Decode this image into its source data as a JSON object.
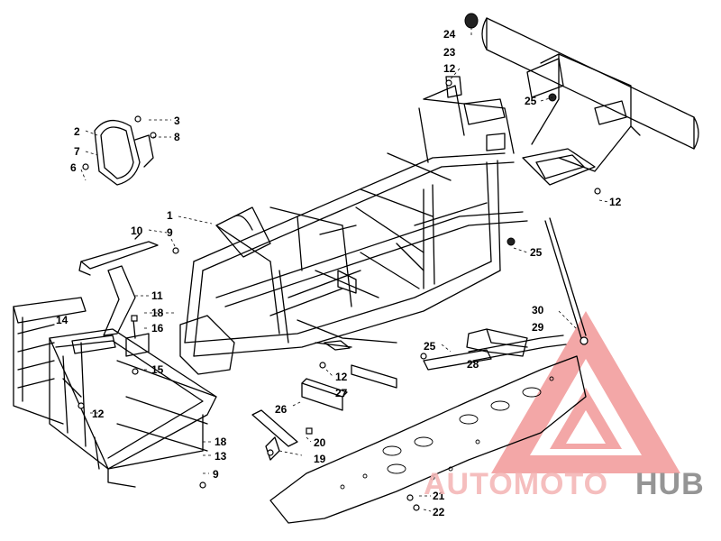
{
  "callouts": [
    {
      "id": "c24",
      "text": "24"
    },
    {
      "id": "c23",
      "text": "23"
    },
    {
      "id": "c12a",
      "text": "12"
    },
    {
      "id": "c25a",
      "text": "25"
    },
    {
      "id": "c3",
      "text": "3"
    },
    {
      "id": "c8",
      "text": "8"
    },
    {
      "id": "c2",
      "text": "2"
    },
    {
      "id": "c7",
      "text": "7"
    },
    {
      "id": "c6",
      "text": "6"
    },
    {
      "id": "c12b",
      "text": "12"
    },
    {
      "id": "c1",
      "text": "1"
    },
    {
      "id": "c10",
      "text": "10"
    },
    {
      "id": "c9a",
      "text": "9"
    },
    {
      "id": "c25b",
      "text": "25"
    },
    {
      "id": "c11",
      "text": "11"
    },
    {
      "id": "c18a",
      "text": "18"
    },
    {
      "id": "c14",
      "text": "14"
    },
    {
      "id": "c16",
      "text": "16"
    },
    {
      "id": "c15",
      "text": "15"
    },
    {
      "id": "c30",
      "text": "30"
    },
    {
      "id": "c29",
      "text": "29"
    },
    {
      "id": "c25c",
      "text": "25"
    },
    {
      "id": "c28",
      "text": "28"
    },
    {
      "id": "c12c",
      "text": "12"
    },
    {
      "id": "c27",
      "text": "27"
    },
    {
      "id": "c26",
      "text": "26"
    },
    {
      "id": "c12d",
      "text": "12"
    },
    {
      "id": "c20",
      "text": "20"
    },
    {
      "id": "c18b",
      "text": "18"
    },
    {
      "id": "c19",
      "text": "19"
    },
    {
      "id": "c13",
      "text": "13"
    },
    {
      "id": "c9b",
      "text": "9"
    },
    {
      "id": "c21",
      "text": "21"
    },
    {
      "id": "c22",
      "text": "22"
    }
  ],
  "watermark": {
    "part1": "AUTOMOTO",
    "part2": "HUB",
    "color_main": "#f4b8b8",
    "color_accent": "#8a8a8a",
    "logo_color": "#ef8a8a"
  },
  "colors": {
    "line": "#000000",
    "background": "#ffffff"
  }
}
